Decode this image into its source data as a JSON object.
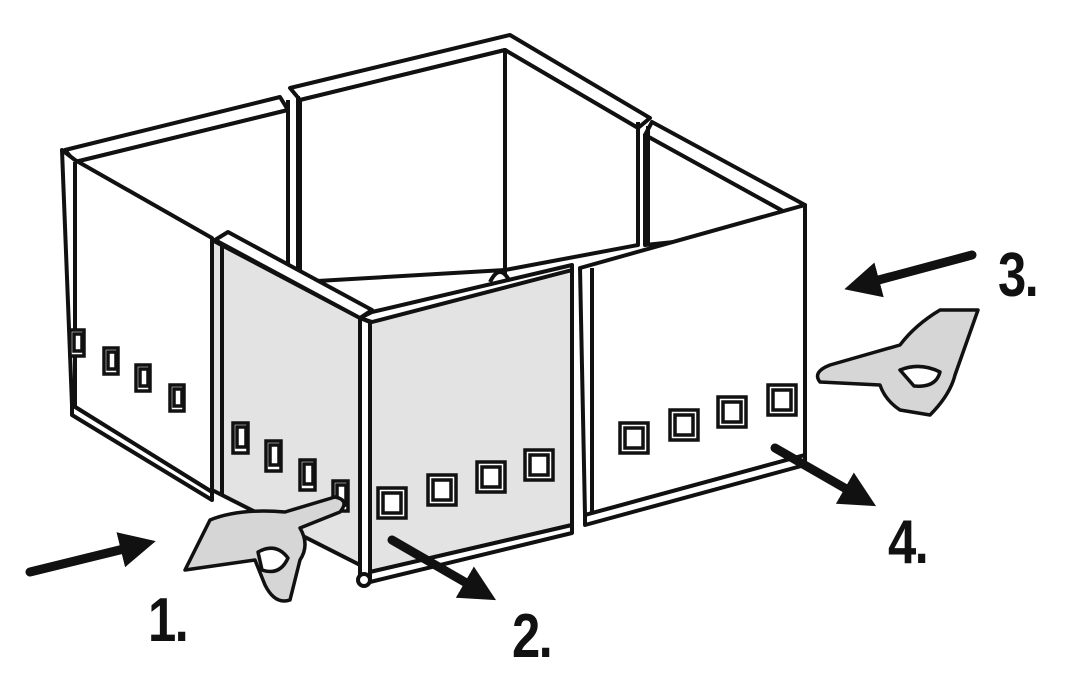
{
  "steps": [
    {
      "label": "1."
    },
    {
      "label": "2."
    },
    {
      "label": "3."
    },
    {
      "label": "4."
    }
  ],
  "colors": {
    "ink": "#111111",
    "panel_shaded": "#e3e3e3",
    "panel_plain": "#ffffff",
    "hand_fill": "#d6d6d6"
  },
  "icons": [
    "pointing-hand-icon",
    "arrow-icon"
  ]
}
